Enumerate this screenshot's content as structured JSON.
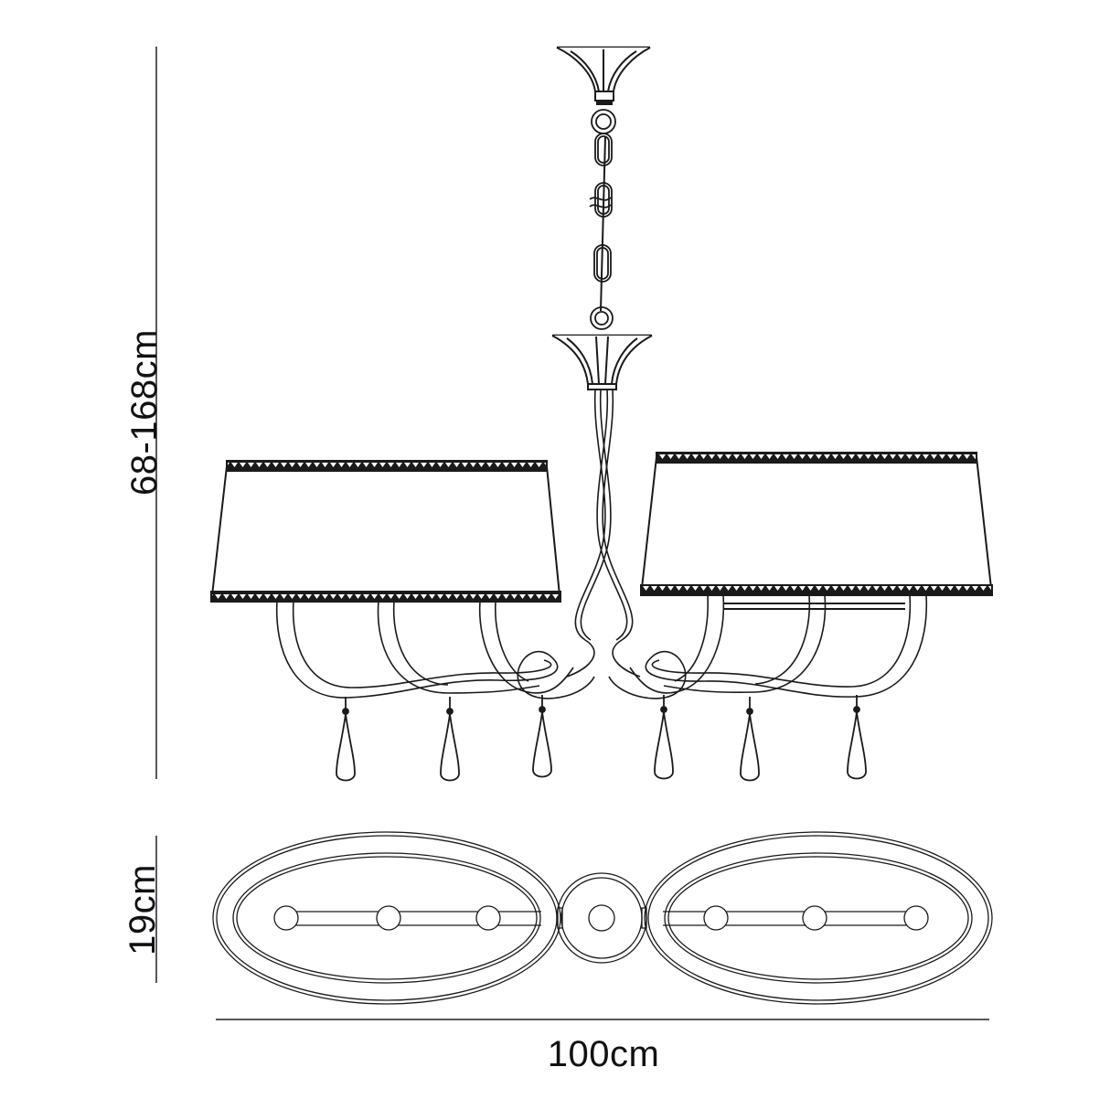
{
  "diagram": {
    "subject": "Six-light pendant chandelier with two oval fabric shades, technical dimension drawing",
    "views": [
      "front-elevation",
      "top-plan"
    ],
    "dimensions": {
      "height": {
        "label": "68-168cm",
        "orientation": "vertical"
      },
      "depth": {
        "label": "19cm",
        "orientation": "vertical"
      },
      "width": {
        "label": "100cm",
        "orientation": "horizontal"
      }
    },
    "components": {
      "ceiling_canopy": "canopy",
      "suspension": "chain",
      "shades": [
        "left-shade",
        "right-shade"
      ],
      "arms_per_side": 3,
      "crystal_drops": 6,
      "plan_view_lamp_points": 7
    },
    "colors": {
      "line": "#1a1a1a",
      "dimension_line": "#5a5560",
      "background": "#ffffff"
    }
  }
}
